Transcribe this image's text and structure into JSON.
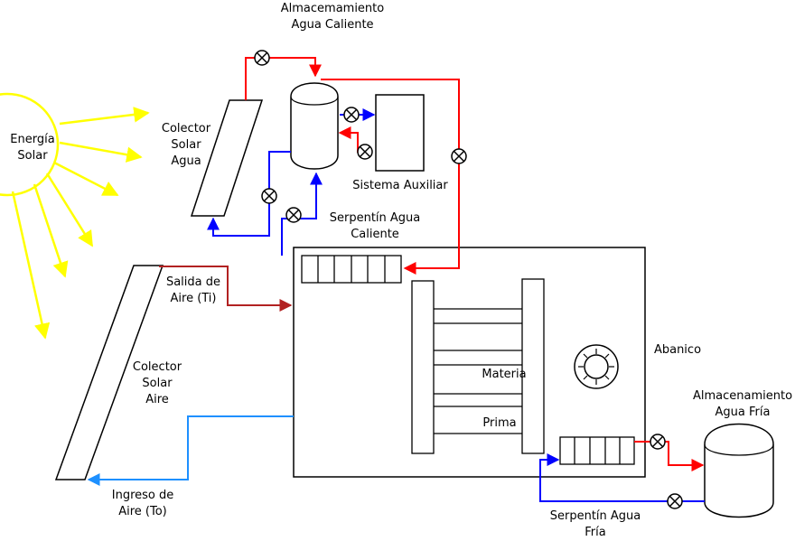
{
  "labels": {
    "sun": [
      "Energía",
      "Solar"
    ],
    "hot_storage": [
      "Almacemamiento",
      "Agua Caliente"
    ],
    "water_collector": [
      "Colector",
      "Solar",
      "Agua"
    ],
    "aux_system": [
      "Sistema Auxiliar"
    ],
    "hot_coil": [
      "Serpentín Agua",
      "Caliente"
    ],
    "air_outlet": [
      "Salida de",
      "Aire (Ti)"
    ],
    "air_collector": [
      "Colector",
      "Solar",
      "Aire"
    ],
    "air_inlet": [
      "Ingreso de",
      "Aire (To)"
    ],
    "raw_material_1": [
      "Materia"
    ],
    "raw_material_2": [
      "Prima"
    ],
    "fan": [
      "Abanico"
    ],
    "cold_storage": [
      "Almacenamiento",
      "Agua Fría"
    ],
    "cold_coil": [
      "Serpentín Agua",
      "Fría"
    ]
  },
  "colors": {
    "hot_line": "#ff0000",
    "cold_line": "#0000ff",
    "air_out_line": "#b22222",
    "air_in_line": "#1e90ff",
    "sun": "#ffff00",
    "outline": "#000000"
  },
  "icons": {
    "valve": "valve-icon",
    "fan": "fan-icon",
    "sun": "sun-icon"
  }
}
